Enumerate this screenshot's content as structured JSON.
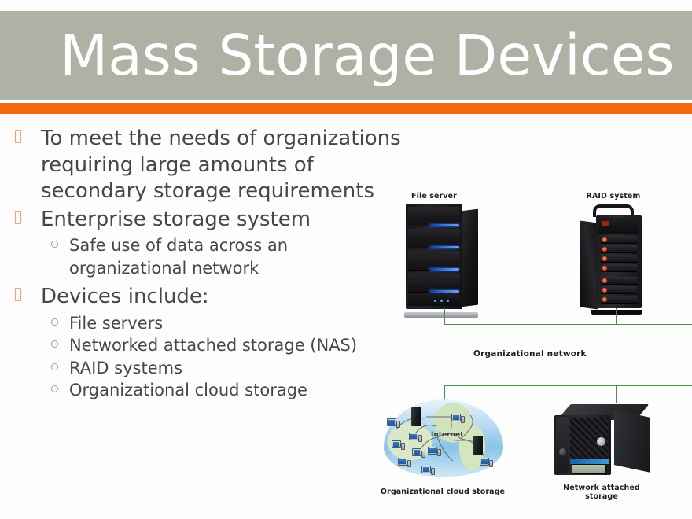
{
  "slide": {
    "title": "Mass Storage Devices",
    "accent_color": "#f2690d",
    "title_band_color": "#aeb2a5",
    "title_text_color": "#ffffff",
    "body_text_color": "#474747",
    "background_color": "#fdfdfd"
  },
  "bullets": [
    {
      "level": 1,
      "text": "To meet the needs of organizations requiring large amounts of secondary storage requirements",
      "marker": "square-tofu-bullet"
    },
    {
      "level": 1,
      "text": "Enterprise storage system",
      "marker": "square-tofu-bullet",
      "children": [
        {
          "level": 2,
          "text": "Safe use of data across an organizational network",
          "marker": "circle-bullet"
        }
      ]
    },
    {
      "level": 1,
      "text": "Devices include:",
      "marker": "square-tofu-bullet",
      "children": [
        {
          "level": 2,
          "text": "File servers",
          "marker": "circle-bullet"
        },
        {
          "level": 2,
          "text": "Networked attached storage (NAS)",
          "marker": "circle-bullet"
        },
        {
          "level": 2,
          "text": "RAID systems",
          "marker": "circle-bullet"
        },
        {
          "level": 2,
          "text": "Organizational cloud storage",
          "marker": "circle-bullet"
        }
      ]
    }
  ],
  "diagram": {
    "network_line_color": "#4e8a4a",
    "labels": {
      "file_server": "File server",
      "raid_system": "RAID system",
      "organizational_network": "Organizational network",
      "organizational_cloud_storage": "Organizational cloud storage",
      "network_attached_storage": "Network attached\nstorage",
      "network_attached_storage_line1": "Network attached",
      "network_attached_storage_line2": "storage",
      "internet": "Internet"
    }
  }
}
